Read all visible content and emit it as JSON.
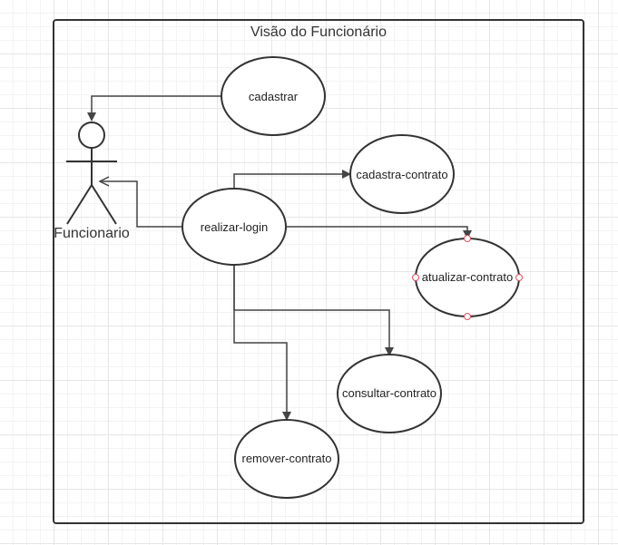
{
  "diagram": {
    "title": "Visão do Funcionário",
    "actor": {
      "label": "Funcionario"
    },
    "use_cases": {
      "cadastrar": "cadastrar",
      "realizar_login": "realizar-login",
      "cadastra_contrato": "cadastra-contrato",
      "atualizar_contrato": "atualizar-contrato",
      "consultar_contrato": "consultar-contrato",
      "remover_contrato": "remover-contrato"
    },
    "colors": {
      "line": "#444444",
      "frame": "#333333",
      "selection_handle": "#e05060"
    }
  }
}
